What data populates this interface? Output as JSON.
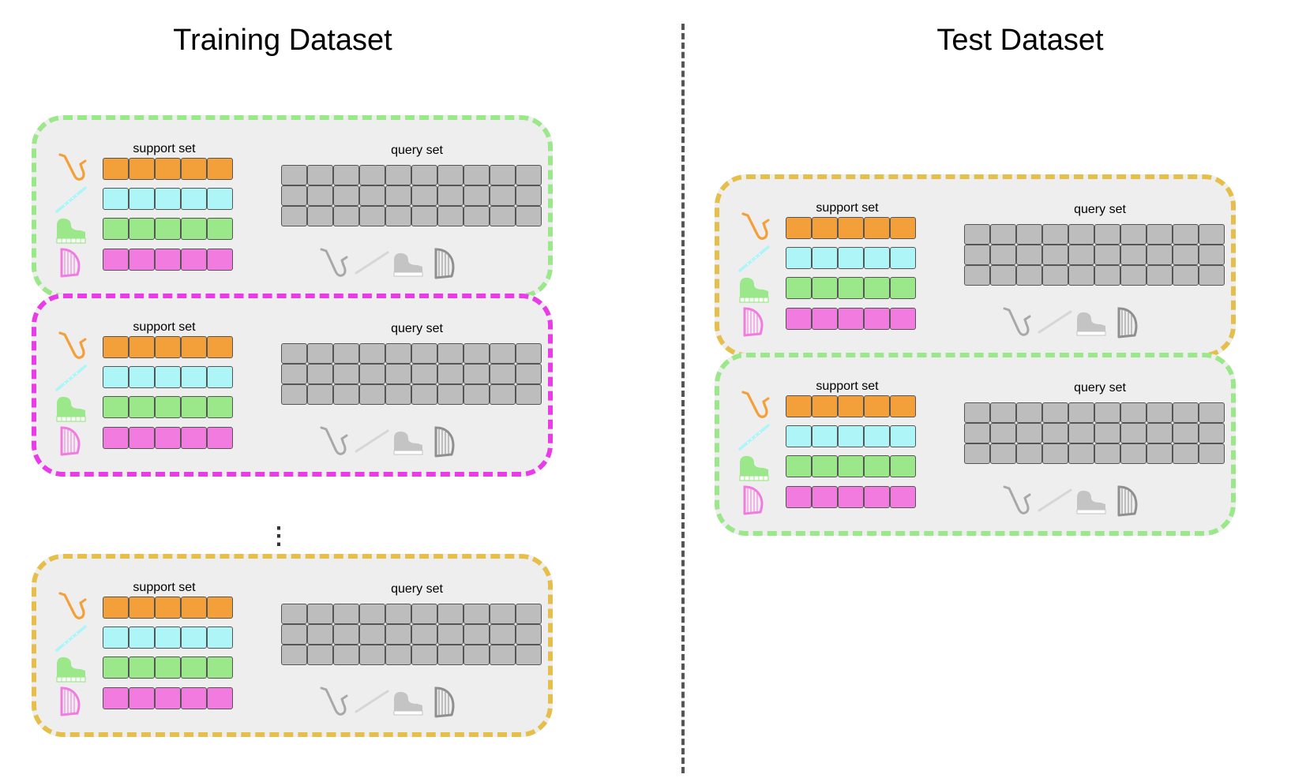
{
  "headings": {
    "training": "Training Dataset",
    "test": "Test Dataset"
  },
  "ellipsis": "⋮",
  "episode_labels": {
    "support": "support set",
    "query": "query set"
  },
  "class_colors": [
    "#f4a03a",
    "#aef5f8",
    "#9ae889",
    "#f27be0"
  ],
  "class_icons": [
    "saxophone-icon",
    "flute-icon",
    "piano-icon",
    "harp-icon"
  ],
  "shots_per_class": 5,
  "query_grid": {
    "rows": 3,
    "cols": 10,
    "color": "#bdbdbd"
  },
  "episodes": [
    {
      "group": "training",
      "border_color": "#9ae889"
    },
    {
      "group": "training",
      "border_color": "#e93be8"
    },
    {
      "group": "training",
      "border_color": "#e6bf4b"
    },
    {
      "group": "test",
      "border_color": "#e6bf4b"
    },
    {
      "group": "test",
      "border_color": "#9ae889"
    }
  ]
}
